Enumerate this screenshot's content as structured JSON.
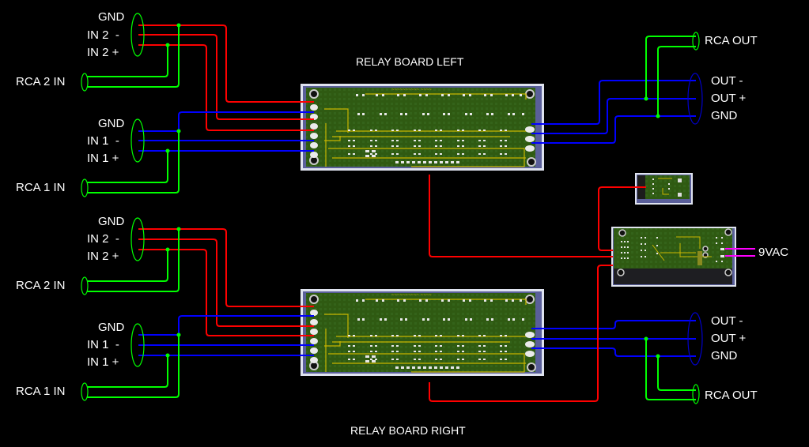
{
  "colors": {
    "background": "#000000",
    "wire_red": "#ff0000",
    "wire_blue": "#0000ff",
    "wire_green": "#00ff00",
    "wire_magenta": "#ff00ff",
    "pcb_green": "#2f5a12",
    "pcb_trace": "#c8b400",
    "text": "#ffffff"
  },
  "boards": {
    "left_title": "RELAY BOARD LEFT",
    "right_title": "RELAY BOARD RIGHT"
  },
  "inputs": {
    "group_a": {
      "jack_labels": [
        "GND",
        "IN 2  -",
        "IN 2 +"
      ],
      "rca_label": "RCA 2 IN"
    },
    "group_b": {
      "jack_labels": [
        "GND",
        "IN 1  -",
        "IN 1 +"
      ],
      "rca_label": "RCA 1 IN"
    },
    "group_c": {
      "jack_labels": [
        "GND",
        "IN 2  -",
        "IN 2 +"
      ],
      "rca_label": "RCA 2 IN"
    },
    "group_d": {
      "jack_labels": [
        "GND",
        "IN 1  -",
        "IN 1 +"
      ],
      "rca_label": "RCA 1 IN"
    }
  },
  "outputs": {
    "top": {
      "rca_label": "RCA OUT",
      "jack_labels": [
        "OUT -",
        "OUT +",
        "GND"
      ]
    },
    "bottom": {
      "rca_label": "RCA OUT",
      "jack_labels": [
        "OUT -",
        "OUT +",
        "GND"
      ]
    }
  },
  "power": {
    "label": "9VAC"
  }
}
